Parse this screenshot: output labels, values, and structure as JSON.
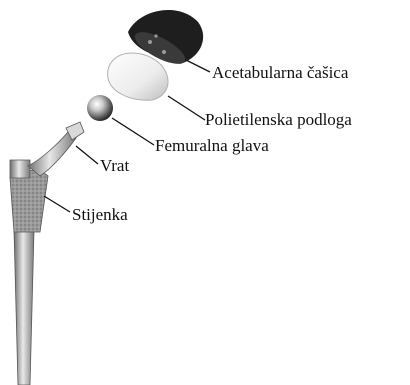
{
  "labels": {
    "acetabular_cup": "Acetabularna čašica",
    "polyethylene_liner": "Polietilenska podloga",
    "femoral_head": "Femuralna glava",
    "neck": "Vrat",
    "stem": "Stijenka"
  },
  "colors": {
    "cup": "#1e1e1e",
    "liner": "#f2f2f2",
    "metal": "#bdbdbd",
    "stem_texture": "#8c8c8c",
    "line": "#111111"
  }
}
